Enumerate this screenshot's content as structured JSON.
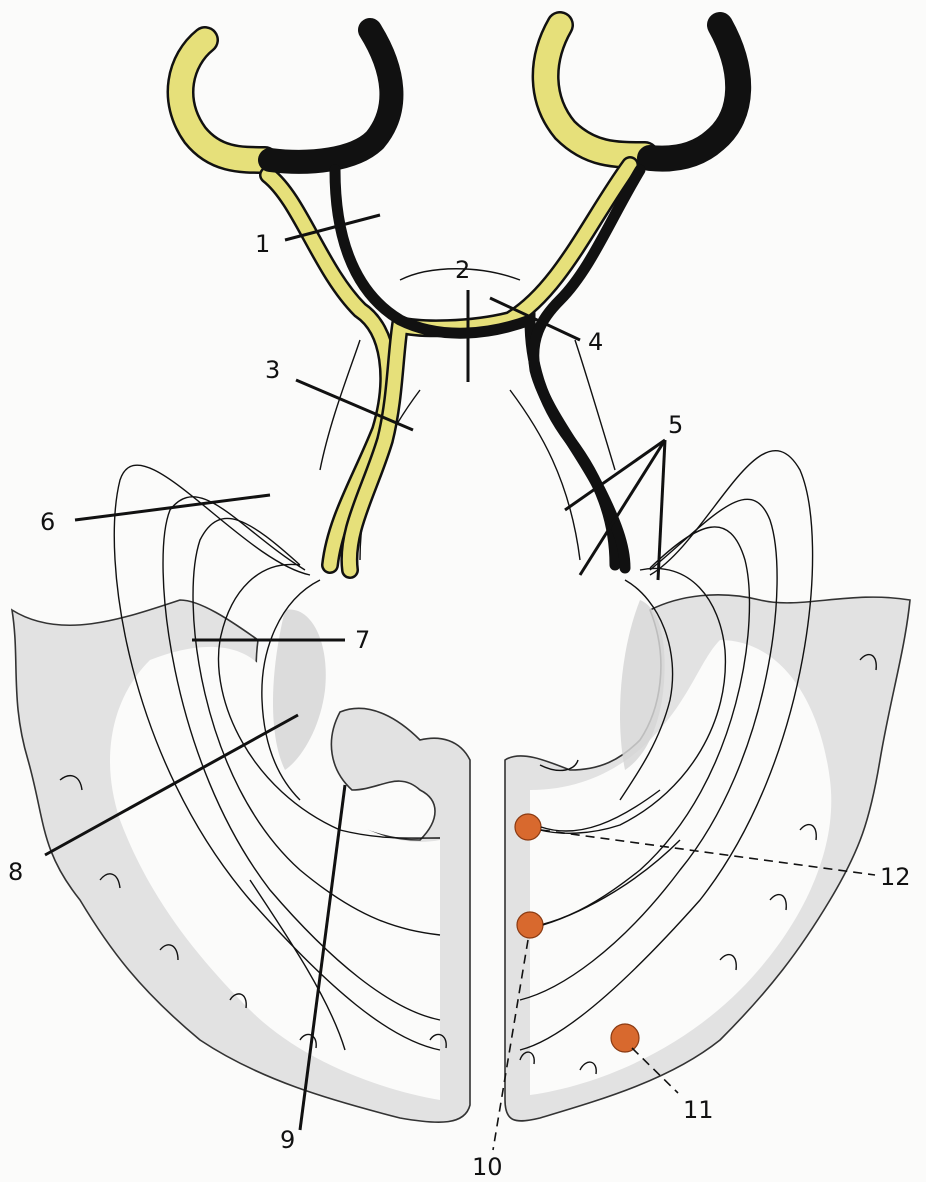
{
  "colors": {
    "yellow_pathway": "#e6e07a",
    "black_pathway": "#111111",
    "cortex_fill": "#e2e2e2",
    "nucleus_fill": "#d8692e",
    "lgn_stipple": "#cfcfcf"
  },
  "labels": {
    "l1": "1",
    "l2": "2",
    "l3": "3",
    "l4": "4",
    "l5": "5",
    "l6": "6",
    "l7": "7",
    "l8": "8",
    "l9": "9",
    "l10": "10",
    "l11": "11",
    "l12": "12"
  }
}
